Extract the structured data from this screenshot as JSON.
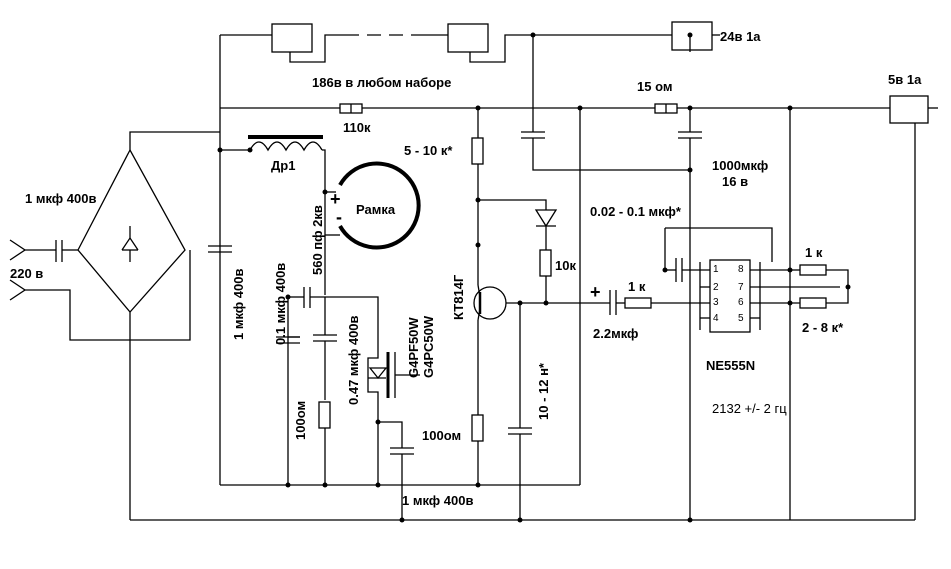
{
  "labels": {
    "input_voltage": "220 в",
    "bridge_cap": "1 мкф 400в",
    "choke": "Др1",
    "coil_series": "186в в любом наборе",
    "out_24v": "24в 1а",
    "out_5v": "5в 1а",
    "r_110k": "110к",
    "r_15ohm": "15 ом",
    "r_5_10k": "5 - 10 к*",
    "cap_1000": "1000мкф",
    "cap_1000_v": "16 в",
    "cap_002": "0.02 - 0.1 мкф*",
    "frame": "Рамка",
    "plus": "+",
    "minus": "-",
    "cap_560": "560 пф 2кв",
    "cap_01": "0.1 мкф 400в",
    "cap_1_vert": "1 мкф 400в",
    "cap_047": "0.47 мкф 400в",
    "mosfet_1": "G4PF50W",
    "mosfet_2": "G4PC50W",
    "transistor": "КТ814Г",
    "r_10k": "10к",
    "cap_22": "2.2мкф",
    "r_1k_in": "1 к",
    "r_1k_top": "1 к",
    "r_2_8k": "2 - 8 к*",
    "ic_name": "NE555N",
    "frequency": "2132 +/- 2 гц",
    "r_100_left": "100ом",
    "r_100_mid": "100ом",
    "cap_10_12n": "10 - 12 н*",
    "cap_1_bottom": "1 мкф 400в",
    "cap_plus": "+"
  },
  "ic_pins": {
    "p1": "1",
    "p2": "2",
    "p3": "3",
    "p4": "4",
    "p5": "5",
    "p6": "6",
    "p7": "7",
    "p8": "8"
  }
}
